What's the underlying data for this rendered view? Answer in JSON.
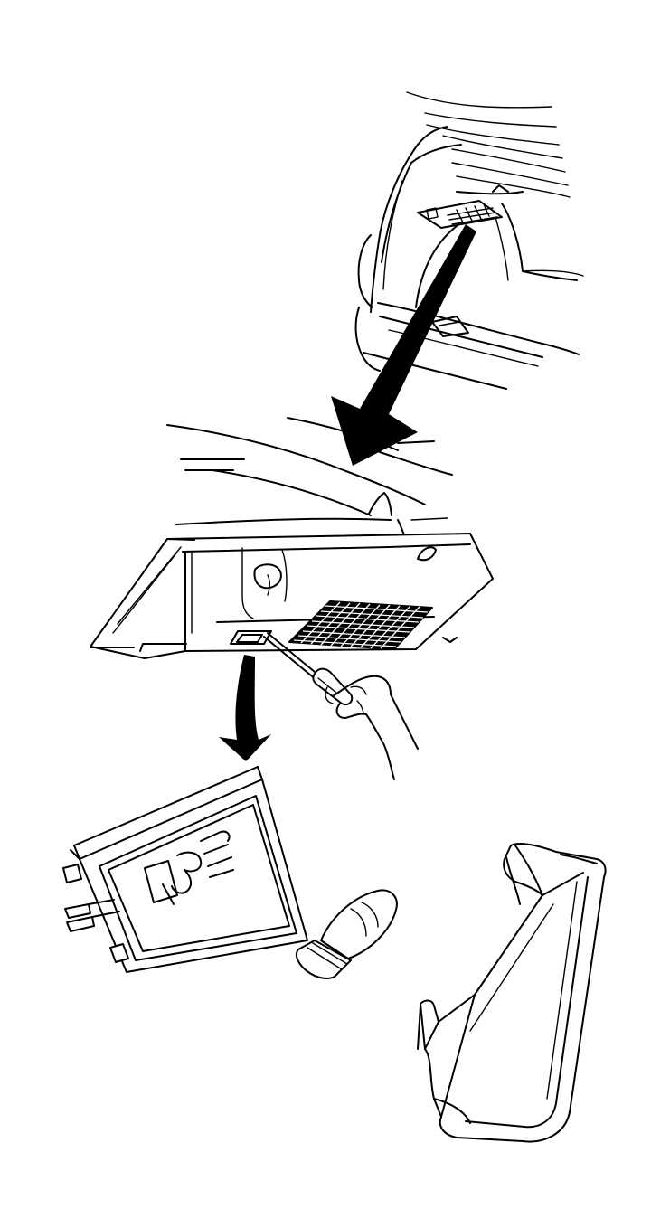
{
  "figure": {
    "type": "technical-illustration",
    "steps": [
      {
        "id": "vehicle-rear-view",
        "icon": "tailgate-open-icon"
      },
      {
        "id": "lamp-removal",
        "icon": "screwdriver-icon"
      },
      {
        "id": "lamp-components",
        "icon": "bulb-icon"
      }
    ],
    "colors": {
      "ink": "#000000",
      "paper": "#ffffff"
    }
  }
}
